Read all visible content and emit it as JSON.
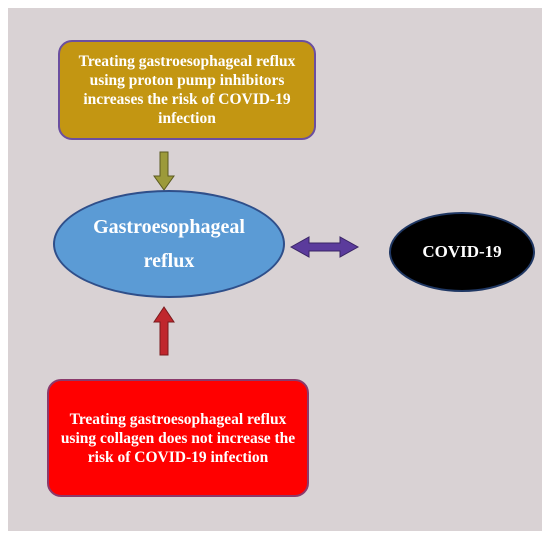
{
  "top_box": {
    "lines": [
      "Treating gastroesophageal reflux",
      "using proton pump inhibitors",
      "increases the risk of COVID-19",
      "infection"
    ],
    "fill": "#c39612"
  },
  "center_node": {
    "lines": [
      "Gastroesophageal",
      "reflux"
    ],
    "fill": "#5b9bd5"
  },
  "right_node": {
    "label": "COVID-19",
    "fill": "#000000"
  },
  "bottom_box": {
    "lines": [
      "Treating gastroesophageal reflux",
      "using collagen does not increase the",
      "risk of COVID-19 infection"
    ],
    "fill": "#ff0000"
  },
  "arrows": {
    "top_to_center": "#9c9a3a",
    "bottom_to_center": "#c0272d",
    "center_covid": "#5b3b9c"
  }
}
